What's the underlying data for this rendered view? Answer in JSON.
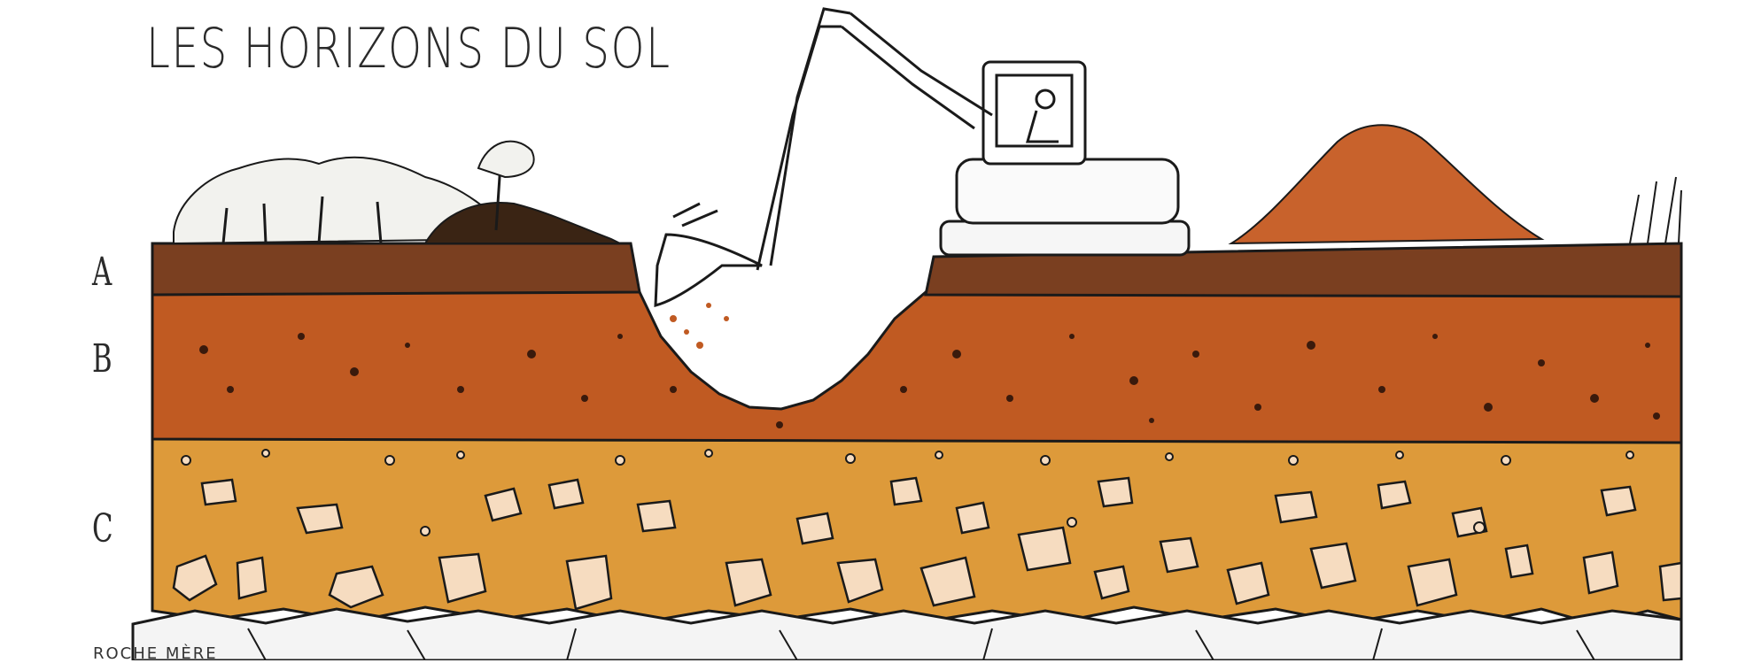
{
  "title": "LES HORIZONS DU SOL",
  "horizons": [
    {
      "label": "A",
      "color": "#7a3f20"
    },
    {
      "label": "B",
      "color": "#c05a22"
    },
    {
      "label": "C",
      "color": "#dd9a3a"
    }
  ],
  "bedrock_label": "ROCHE MÈRE",
  "colors": {
    "background": "#ffffff",
    "humus": "#7a3f20",
    "subsoil": "#c05a22",
    "parent_material": "#dd9a3a",
    "bedrock": "#f4f4f4",
    "outline": "#1a1a1a"
  }
}
